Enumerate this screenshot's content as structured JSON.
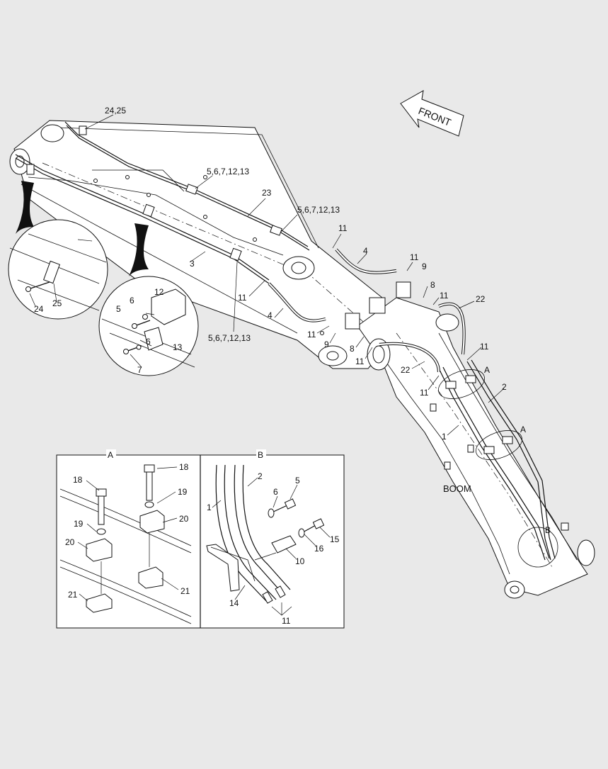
{
  "direction_arrow": {
    "label": "FRONT"
  },
  "region_label": "BOOM",
  "detail_panels": [
    {
      "key": "a",
      "title": "A"
    },
    {
      "key": "b",
      "title": "B"
    }
  ],
  "callouts": {
    "c_24_25": "24,25",
    "c_5_6_7_12_13_a": "5,6,7,12,13",
    "c_23": "23",
    "c_5_6_7_12_13_b": "5,6,7,12,13",
    "c_3": "3",
    "c_5_6_7_12_13_c": "5,6,7,12,13",
    "c_11_a": "11",
    "c_4_a": "4",
    "c_11_b": "11",
    "c_9_a": "9",
    "c_8_a": "8",
    "c_11_c": "11",
    "c_22_a": "22",
    "c_11_d": "11",
    "c_4_b": "4",
    "c_11_e": "11",
    "c_9_b": "9",
    "c_8_b": "8",
    "c_11_f": "11",
    "c_22_b": "22",
    "c_11_g": "11",
    "c_11_h": "11",
    "c_A_a": "A",
    "c_2": "2",
    "c_1": "1",
    "c_A_b": "A",
    "c_B": "B",
    "c_12": "12",
    "c_6_a": "6",
    "c_5_a": "5",
    "c_13": "13",
    "c_6_b": "6",
    "c_7": "7",
    "c_24": "24",
    "c_25": "25",
    "pa_18_a": "18",
    "pa_18_b": "18",
    "pa_19_a": "19",
    "pa_19_b": "19",
    "pa_20_a": "20",
    "pa_20_b": "20",
    "pa_21_a": "21",
    "pa_21_b": "21",
    "pb_2": "2",
    "pb_1": "1",
    "pb_6": "6",
    "pb_5": "5",
    "pb_15": "15",
    "pb_16": "16",
    "pb_10": "10",
    "pb_14": "14",
    "pb_11": "11"
  }
}
